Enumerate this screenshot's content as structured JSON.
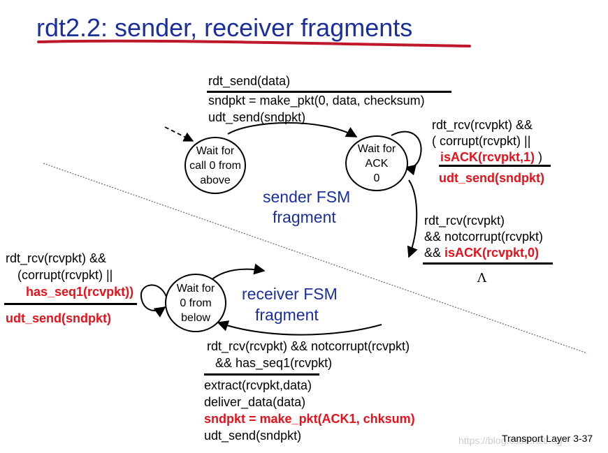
{
  "title": "rdt2.2: sender, receiver fragments",
  "colors": {
    "title": "#1a2f9c",
    "action_red": "#e8101a",
    "title_underline": "#c0182b"
  },
  "sender": {
    "top_event": "rdt_send(data)",
    "top_action_1": "sndpkt = make_pkt(0, data, checksum)",
    "top_action_2": "udt_send(sndpkt)",
    "state_wait_call": [
      "Wait for",
      "call 0 from",
      "above"
    ],
    "state_wait_ack": [
      "Wait for",
      "ACK",
      "0"
    ],
    "self_event_1": "rdt_rcv(rcvpkt) &&",
    "self_event_2": "( corrupt(rcvpkt) ||",
    "self_event_3": "isACK(rcvpkt,1)",
    "self_event_3_tail": " )",
    "self_action": "udt_send(sndpkt)",
    "exit_event_1": "rdt_rcv(rcvpkt)",
    "exit_event_2": "&& notcorrupt(rcvpkt)",
    "exit_event_3_prefix": "&& ",
    "exit_event_3": "isACK(rcvpkt,0)",
    "exit_action": "Λ",
    "caption_1": "sender FSM",
    "caption_2": "fragment"
  },
  "receiver": {
    "state_wait": [
      "Wait for",
      "0 from",
      "below"
    ],
    "self_event_1": "rdt_rcv(rcvpkt) &&",
    "self_event_2": "(corrupt(rcvpkt) ||",
    "self_event_3": "has_seq1(rcvpkt))",
    "self_action": "udt_send(sndpkt)",
    "bottom_event_1": "rdt_rcv(rcvpkt) && notcorrupt(rcvpkt)",
    "bottom_event_2": "&& has_seq1(rcvpkt)",
    "bottom_action_1": "extract(rcvpkt,data)",
    "bottom_action_2": "deliver_data(data)",
    "bottom_action_3": "sndpkt = make_pkt(ACK1, chksum)",
    "bottom_action_4": "udt_send(sndpkt)",
    "caption_1": "receiver FSM",
    "caption_2": "fragment"
  },
  "footer": "Transport Layer 3-37",
  "watermark": "https://blog.csdn.net/...g"
}
